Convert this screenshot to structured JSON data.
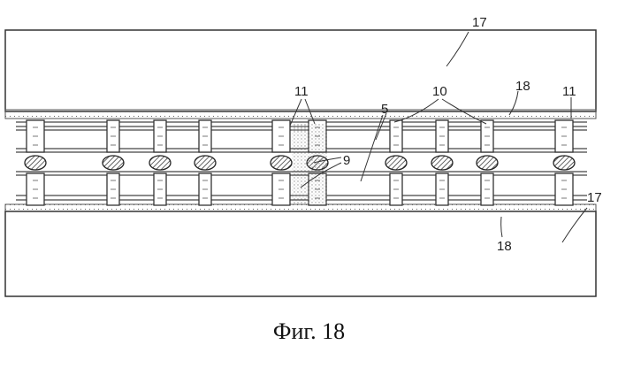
{
  "figure": {
    "caption": "Фиг. 18",
    "labels": {
      "plate_top": "17",
      "plate_bottom": "17",
      "layer_top": "18",
      "layer_bottom": "18",
      "ref_11_left": "11",
      "ref_11_right": "11",
      "ref_10": "10",
      "ref_5": "5",
      "ref_9": "9"
    }
  }
}
